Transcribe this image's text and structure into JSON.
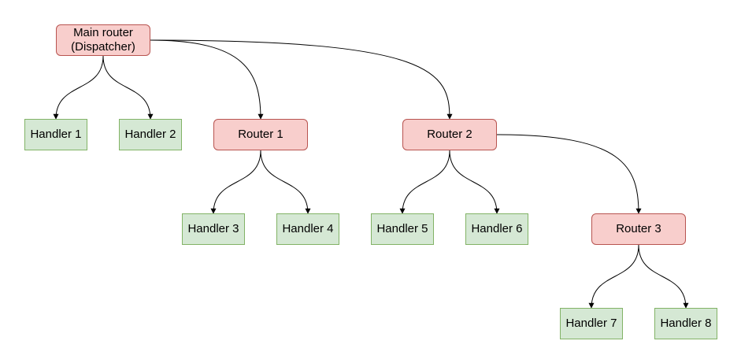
{
  "colors": {
    "router_fill": "#f8cecc",
    "router_stroke": "#b85450",
    "handler_fill": "#d5e8d4",
    "handler_stroke": "#82b366",
    "edge": "#000000"
  },
  "nodes": {
    "main": {
      "label": "Main router\n(Dispatcher)",
      "kind": "router"
    },
    "h1": {
      "label": "Handler 1",
      "kind": "handler"
    },
    "h2": {
      "label": "Handler 2",
      "kind": "handler"
    },
    "r1": {
      "label": "Router 1",
      "kind": "router"
    },
    "r2": {
      "label": "Router 2",
      "kind": "router"
    },
    "h3": {
      "label": "Handler 3",
      "kind": "handler"
    },
    "h4": {
      "label": "Handler 4",
      "kind": "handler"
    },
    "h5": {
      "label": "Handler 5",
      "kind": "handler"
    },
    "h6": {
      "label": "Handler 6",
      "kind": "handler"
    },
    "r3": {
      "label": "Router 3",
      "kind": "router"
    },
    "h7": {
      "label": "Handler 7",
      "kind": "handler"
    },
    "h8": {
      "label": "Handler 8",
      "kind": "handler"
    }
  },
  "edges": [
    {
      "from": "main",
      "to": "h1"
    },
    {
      "from": "main",
      "to": "h2"
    },
    {
      "from": "main",
      "to": "r1"
    },
    {
      "from": "main",
      "to": "r2"
    },
    {
      "from": "r1",
      "to": "h3"
    },
    {
      "from": "r1",
      "to": "h4"
    },
    {
      "from": "r2",
      "to": "h5"
    },
    {
      "from": "r2",
      "to": "h6"
    },
    {
      "from": "r2",
      "to": "r3"
    },
    {
      "from": "r3",
      "to": "h7"
    },
    {
      "from": "r3",
      "to": "h8"
    }
  ]
}
